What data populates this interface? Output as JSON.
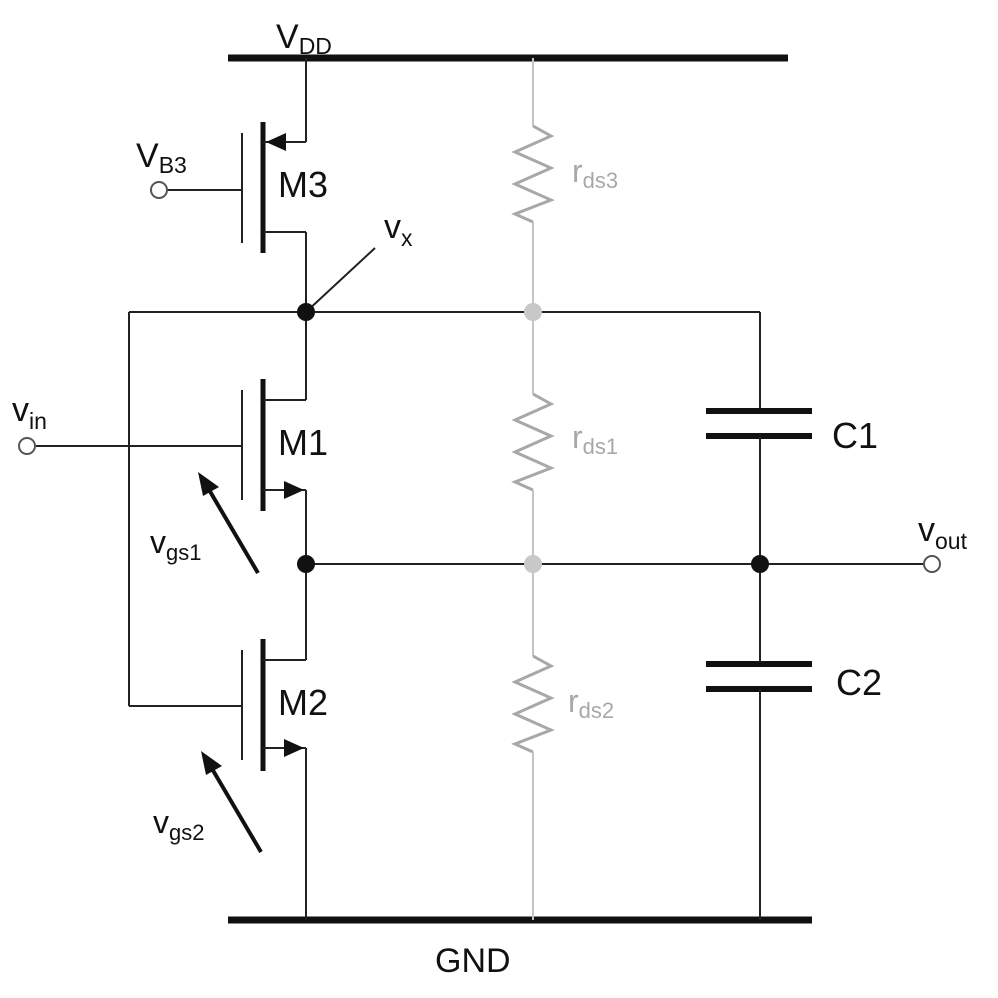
{
  "rails": {
    "vdd": {
      "main": "V",
      "sub": "DD"
    },
    "gnd": {
      "main": "GND"
    }
  },
  "transistors": [
    {
      "id": "m3",
      "label": "M3"
    },
    {
      "id": "m1",
      "label": "M1"
    },
    {
      "id": "m2",
      "label": "M2"
    }
  ],
  "nodes": {
    "vb3": {
      "main": "V",
      "sub": "B3"
    },
    "vx": {
      "main": "v",
      "sub": "x"
    },
    "vin": {
      "main": "v",
      "sub": "in"
    },
    "vout": {
      "main": "v",
      "sub": "out"
    }
  },
  "resistors": [
    {
      "id": "rds3",
      "main": "r",
      "sub": "ds3"
    },
    {
      "id": "rds1",
      "main": "r",
      "sub": "ds1"
    },
    {
      "id": "rds2",
      "main": "r",
      "sub": "ds2"
    }
  ],
  "capacitors": [
    {
      "id": "c1",
      "label": "C1"
    },
    {
      "id": "c2",
      "label": "C2"
    }
  ],
  "voltages": {
    "vgs1": {
      "main": "v",
      "sub": "gs1"
    },
    "vgs2": {
      "main": "v",
      "sub": "gs2"
    }
  },
  "colors": {
    "wire": "#222222",
    "parasitic": "#a8a8a8",
    "background": "#ffffff"
  }
}
